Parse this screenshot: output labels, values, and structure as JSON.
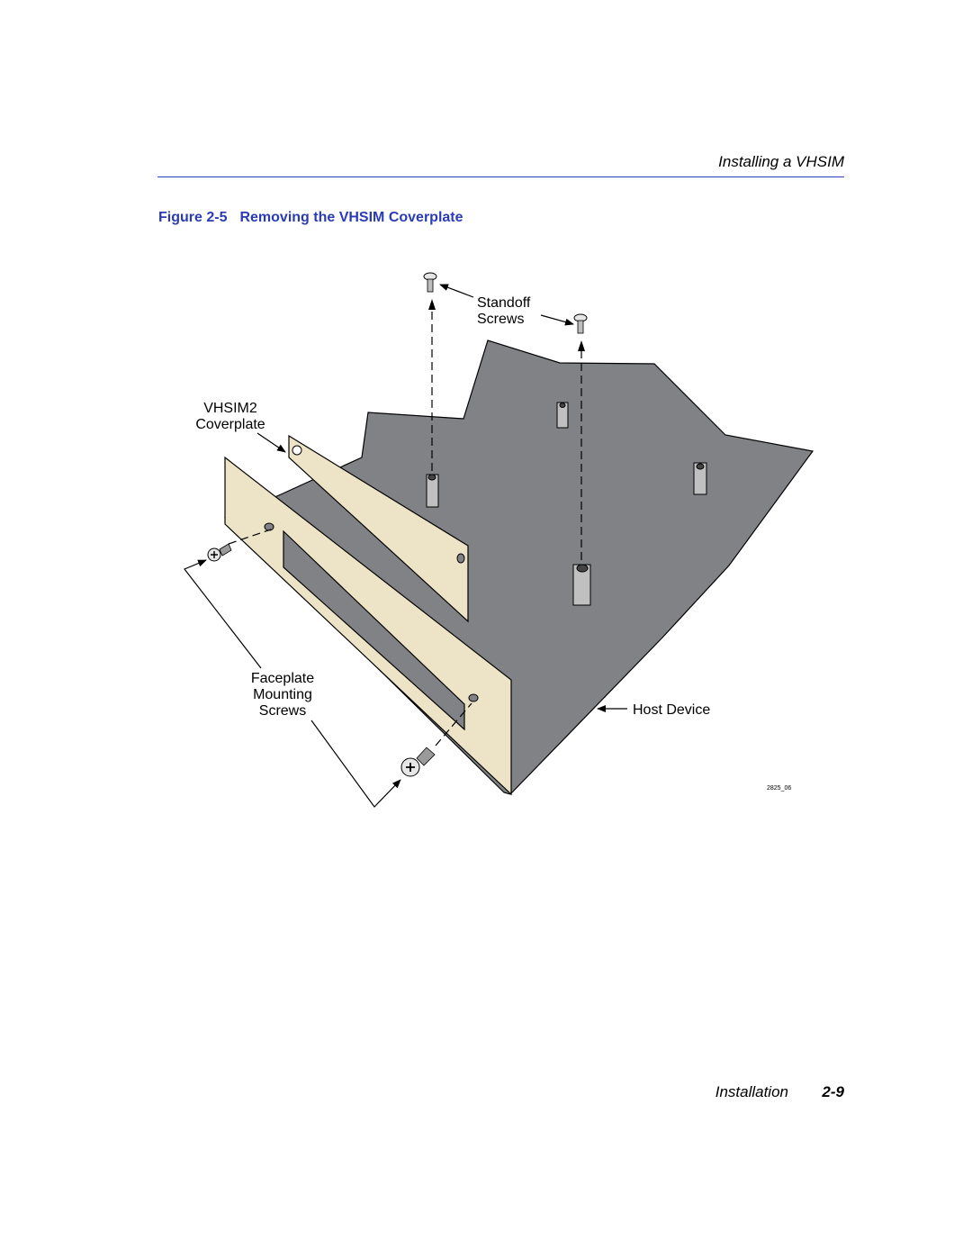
{
  "header": {
    "section_title": "Installing a VHSIM"
  },
  "figure": {
    "number": "Figure 2-5",
    "title": "Removing the VHSIM Coverplate",
    "labels": {
      "standoff_1": "Standoff",
      "standoff_2": "Screws",
      "coverplate_1": "VHSIM2",
      "coverplate_2": "Coverplate",
      "faceplate_1": "Faceplate",
      "faceplate_2": "Mounting",
      "faceplate_3": "Screws",
      "host": "Host Device",
      "art_id": "2825_06"
    }
  },
  "footer": {
    "section": "Installation",
    "page": "2-9"
  },
  "colors": {
    "accent": "#2a3bb5",
    "board": "#808285",
    "plate": "#ede3c6"
  }
}
